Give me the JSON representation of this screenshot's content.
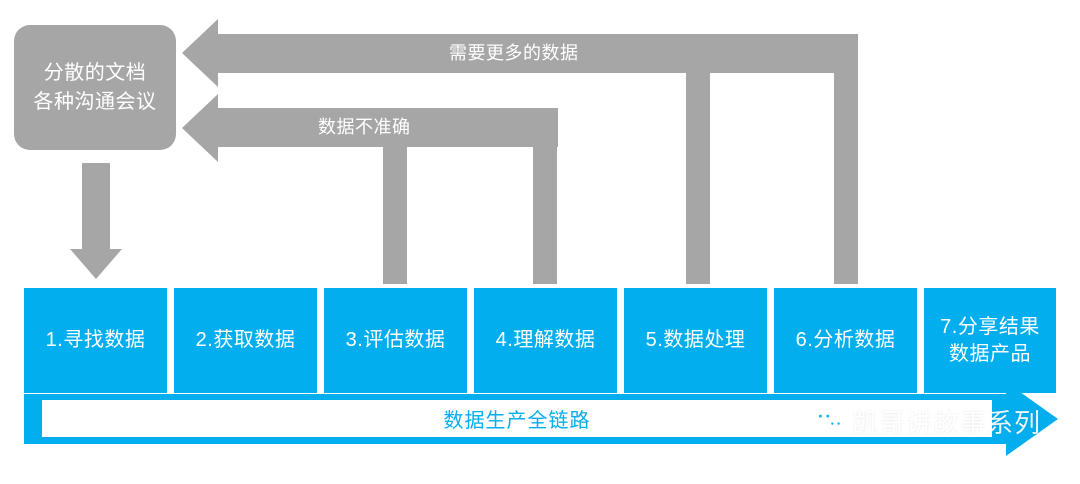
{
  "diagram": {
    "title": "数据生产全链路",
    "colors": {
      "gray": "#a6a6a6",
      "blue": "#03aeef",
      "white": "#ffffff"
    },
    "source": {
      "line1": "分散的文档",
      "line2": "各种沟通会议"
    },
    "feedback": [
      {
        "label": "需要更多的数据"
      },
      {
        "label": "数据不准确"
      }
    ],
    "stages": [
      {
        "line1": "1.寻找数据",
        "line2": ""
      },
      {
        "line1": "2.获取数据",
        "line2": ""
      },
      {
        "line1": "3.评估数据",
        "line2": ""
      },
      {
        "line1": "4.理解数据",
        "line2": ""
      },
      {
        "line1": "5.数据处理",
        "line2": ""
      },
      {
        "line1": "6.分析数据",
        "line2": ""
      },
      {
        "line1": "7.分享结果",
        "line2": "数据产品"
      }
    ],
    "pipeline_label": "数据生产全链路",
    "watermark": {
      "icon": "wechat-icon",
      "text": "凯哥讲故事系列"
    }
  }
}
